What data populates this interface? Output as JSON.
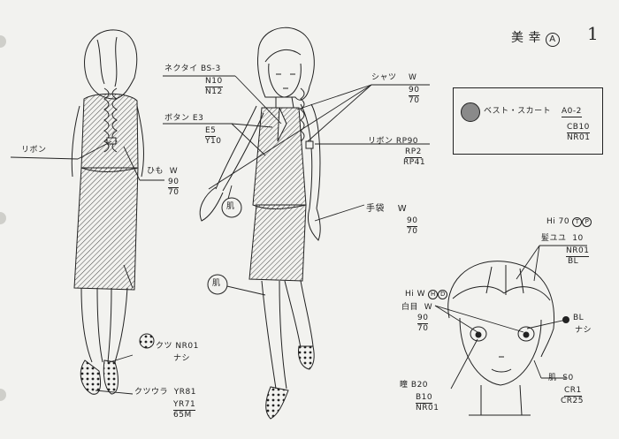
{
  "header": {
    "name": "美 幸",
    "variant": "A",
    "page_number": "1"
  },
  "callouts": {
    "necktie": {
      "label": "ネクタイ",
      "code": "BS-3",
      "lines": [
        "N10",
        "N12"
      ]
    },
    "buttons": {
      "label": "ボタン",
      "code": "E3",
      "lines": [
        "E5",
        "Y10"
      ]
    },
    "shirt": {
      "label": "シャツ",
      "code": "W",
      "lines": [
        "90",
        "70"
      ]
    },
    "ribbon_back": {
      "label": "リボン"
    },
    "ribbon_front": {
      "label": "リボン",
      "code": "RP90",
      "lines": [
        "RP2",
        "RP41"
      ]
    },
    "string": {
      "label": "ひも",
      "code": "W",
      "lines": [
        "90",
        "70"
      ]
    },
    "gloves": {
      "label": "手袋",
      "code": "W",
      "lines": [
        "90",
        "70"
      ]
    },
    "skin_1": "肌",
    "skin_2": "肌",
    "shoes": {
      "label": "クツ",
      "code": "NR01",
      "lines": [
        "ナシ"
      ]
    },
    "soles": {
      "label": "クツウラ",
      "code": "YR81",
      "lines": [
        "YR71",
        "65M"
      ]
    }
  },
  "swatch_box": {
    "label": "ベスト・スカート",
    "code": "A0-2",
    "lines": [
      "CB10",
      "NR01"
    ]
  },
  "face_notes": {
    "hair_hi": {
      "text": "Hi 70",
      "marks": [
        "T",
        "P"
      ]
    },
    "hair": {
      "label": "髪ユユ",
      "code": "10",
      "lines": [
        "NR01",
        "BL"
      ]
    },
    "eye_white_hi": {
      "text": "Hi W",
      "marks": [
        "H",
        "D"
      ]
    },
    "eye_white": {
      "label": "白目",
      "code": "W",
      "lines": [
        "90",
        "70"
      ]
    },
    "highlight": {
      "code": "BL",
      "lines": [
        "ナシ"
      ]
    },
    "iris": {
      "label": "瞳",
      "code": "B20",
      "lines": [
        "B10",
        "NR01"
      ]
    },
    "skin": {
      "label": "肌",
      "code": "S0",
      "lines": [
        "CR1",
        "CR25"
      ]
    }
  },
  "colors": {
    "paper": "#f2f2ef",
    "ink": "#222222",
    "swatch": "#8a8a8a"
  }
}
